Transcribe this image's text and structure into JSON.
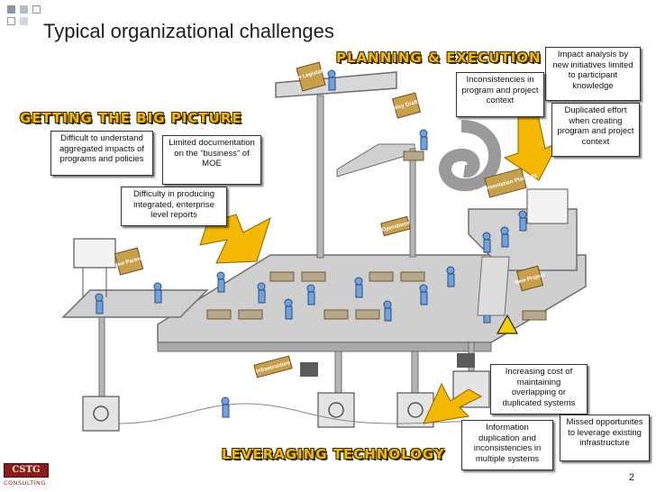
{
  "title": "Typical organizational challenges",
  "headings": {
    "planning": "PLANNING & EXECUTION",
    "big_picture": "GETTING THE BIG PICTURE",
    "technology": "LEVERAGING TECHNOLOGY"
  },
  "callouts": {
    "impact_analysis": "Impact analysis by new initiatives limited to participant knowledge",
    "inconsistencies_program": "Inconsistencies in program and project context",
    "duplicated_effort": "Duplicated effort when creating program and project context",
    "difficult_aggregate": "Difficult to understand aggregated impacts of programs and policies",
    "limited_documentation": "Limited documentation on the “business” of MOE",
    "difficulty_reports": "Difficulty in producing integrated, enterprise level reports",
    "increasing_cost": "Increasing cost of maintaining overlapping or duplicated systems",
    "information_duplication": "Information duplication and inconsistencies in multiple systems",
    "missed_opportunities": "Missed opportunites to leverage existing infrastructure"
  },
  "signs": {
    "new_legislation": "New Legislation",
    "policy_drafted": "Policy Drafted",
    "implementation_planning": "Implementation Planning",
    "operations": "Operations",
    "new_partner": "New Partner",
    "new_project": "New Project",
    "infrastructure": "Infrastructure"
  },
  "logo": {
    "text": "CSTG",
    "subtext": "CONSULTING"
  },
  "page_number": "2",
  "colors": {
    "arrow": "#f5b800",
    "heading": "#f2b800",
    "platform": "#c9c9c9",
    "people": "#6fa3e0"
  }
}
